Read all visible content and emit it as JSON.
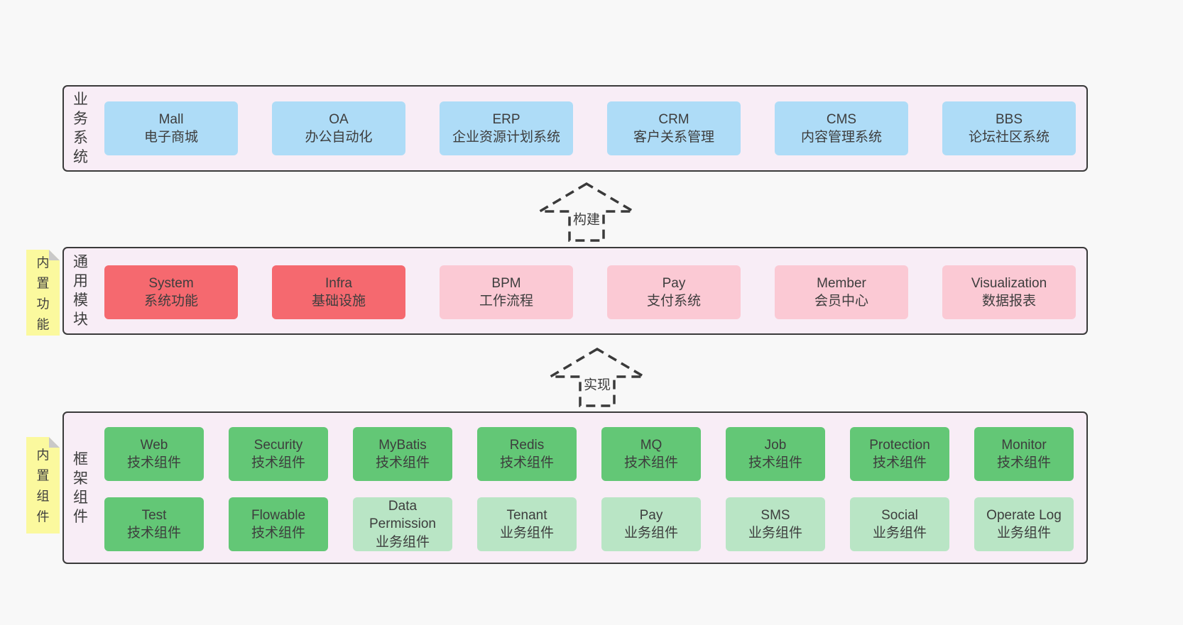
{
  "colors": {
    "pagebg": "#f8f8f8",
    "panel": "#f8edf6",
    "border": "#3a3a3a",
    "text": "#3d3d3d",
    "blue": "#aedcf7",
    "red": "#f5696f",
    "pink": "#fbc9d4",
    "green": "#63c776",
    "lightgreen": "#b9e5c5",
    "sticky": "#fbf99e",
    "fold": "#c9c9c9"
  },
  "arrows": [
    {
      "label": "构建"
    },
    {
      "label": "实现"
    }
  ],
  "sections": [
    {
      "label": "业务系统",
      "sticky": null,
      "rows": [
        [
          {
            "title": "Mall",
            "subtitle": "电子商城",
            "variant": "blue"
          },
          {
            "title": "OA",
            "subtitle": "办公自动化",
            "variant": "blue"
          },
          {
            "title": "ERP",
            "subtitle": "企业资源计划系统",
            "variant": "blue"
          },
          {
            "title": "CRM",
            "subtitle": "客户关系管理",
            "variant": "blue"
          },
          {
            "title": "CMS",
            "subtitle": "内容管理系统",
            "variant": "blue"
          },
          {
            "title": "BBS",
            "subtitle": "论坛社区系统",
            "variant": "blue"
          }
        ]
      ]
    },
    {
      "label": "通用模块",
      "sticky": "内置功能",
      "rows": [
        [
          {
            "title": "System",
            "subtitle": "系统功能",
            "variant": "red"
          },
          {
            "title": "Infra",
            "subtitle": "基础设施",
            "variant": "red"
          },
          {
            "title": "BPM",
            "subtitle": "工作流程",
            "variant": "pink"
          },
          {
            "title": "Pay",
            "subtitle": "支付系统",
            "variant": "pink"
          },
          {
            "title": "Member",
            "subtitle": "会员中心",
            "variant": "pink"
          },
          {
            "title": "Visualization",
            "subtitle": "数据报表",
            "variant": "pink"
          }
        ]
      ]
    },
    {
      "label": "框架组件",
      "sticky": "内置组件",
      "rows": [
        [
          {
            "title": "Web",
            "subtitle": "技术组件",
            "variant": "green"
          },
          {
            "title": "Security",
            "subtitle": "技术组件",
            "variant": "green"
          },
          {
            "title": "MyBatis",
            "subtitle": "技术组件",
            "variant": "green"
          },
          {
            "title": "Redis",
            "subtitle": "技术组件",
            "variant": "green"
          },
          {
            "title": "MQ",
            "subtitle": "技术组件",
            "variant": "green"
          },
          {
            "title": "Job",
            "subtitle": "技术组件",
            "variant": "green"
          },
          {
            "title": "Protection",
            "subtitle": "技术组件",
            "variant": "green"
          },
          {
            "title": "Monitor",
            "subtitle": "技术组件",
            "variant": "green"
          }
        ],
        [
          {
            "title": "Test",
            "subtitle": "技术组件",
            "variant": "green"
          },
          {
            "title": "Flowable",
            "subtitle": "技术组件",
            "variant": "green"
          },
          {
            "title": "Data Permission",
            "subtitle": "业务组件",
            "variant": "lightgreen"
          },
          {
            "title": "Tenant",
            "subtitle": "业务组件",
            "variant": "lightgreen"
          },
          {
            "title": "Pay",
            "subtitle": "业务组件",
            "variant": "lightgreen"
          },
          {
            "title": "SMS",
            "subtitle": "业务组件",
            "variant": "lightgreen"
          },
          {
            "title": "Social",
            "subtitle": "业务组件",
            "variant": "lightgreen"
          },
          {
            "title": "Operate Log",
            "subtitle": "业务组件",
            "variant": "lightgreen"
          }
        ]
      ]
    }
  ]
}
